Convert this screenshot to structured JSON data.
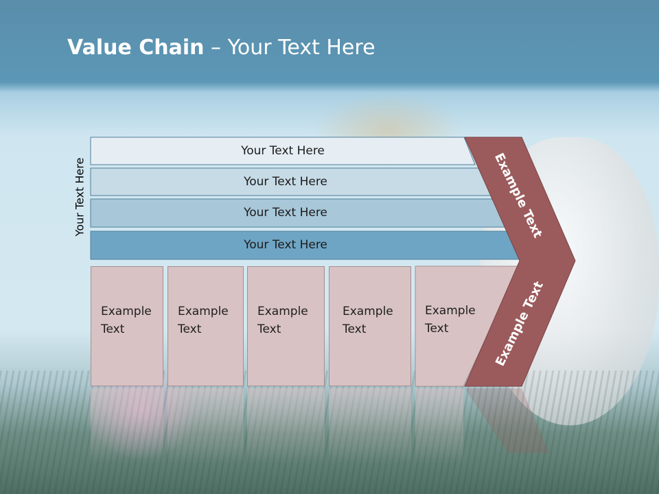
{
  "title": {
    "bold": "Value Chain",
    "rest": " – Your Text Here"
  },
  "side_label": "Your Text Here",
  "bars": [
    "Your Text Here",
    "Your Text Here",
    "Your Text Here",
    "Your Text Here"
  ],
  "boxes": [
    {
      "line1": "Example",
      "line2": "Text"
    },
    {
      "line1": "Example",
      "line2": "Text"
    },
    {
      "line1": "Example",
      "line2": "Text"
    },
    {
      "line1": "Example",
      "line2": "Text"
    },
    {
      "line1": "Example",
      "line2": "Text"
    }
  ],
  "chevron": {
    "upper": "Example Text",
    "lower": "Example Text"
  },
  "colors": {
    "bar1": "#e6eef4",
    "bar2": "#c6dbe6",
    "bar3": "#a8c7d9",
    "bar4": "#6fa5c4",
    "box": "#d8c2c3",
    "chevron": "#9b5b5c"
  }
}
